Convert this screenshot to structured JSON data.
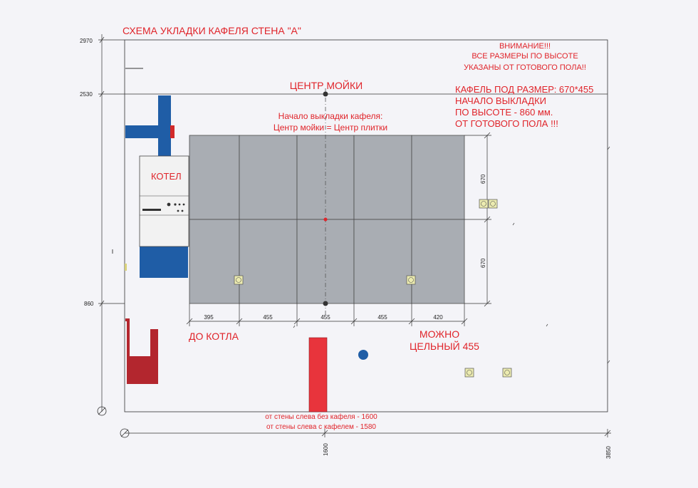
{
  "title": "СХЕМА УКЛАДКИ КАФЕЛЯ СТЕНА \"А\"",
  "warning": {
    "line1": "ВНИМАНИЕ!!!",
    "line2": "ВСЕ РАЗМЕРЫ ПО ВЫСОТЕ",
    "line3": "УКАЗАНЫ ОТ ГОТОВОГО ПОЛА!!"
  },
  "tile_info": {
    "line1": "КАФЕЛЬ ПОД РАЗМЕР: 670*455",
    "line2": "НАЧАЛО ВЫКЛАДКИ",
    "line3": "ПО ВЫСОТЕ - 860 мм.",
    "line4": "ОТ ГОТОВОГО ПОЛА !!!"
  },
  "sink_center_label": "ЦЕНТР МОЙКИ",
  "start_note": {
    "line1": "Начало выкладки кафеля:",
    "line2": "Центр мойки = Центр плитки"
  },
  "boiler_label": "КОТЕЛ",
  "to_boiler_label": "ДО КОТЛА",
  "solid_note": {
    "line1": "МОЖНО",
    "line2": "ЦЕЛЬНЫЙ 455"
  },
  "wall_notes": {
    "line1": "от стены слева без кафеля - 1600",
    "line2": "от стены слева с кафелем - 1580"
  },
  "height_marks": [
    "2970",
    "2530",
    "860"
  ],
  "bottom_marks": [
    "1600",
    "3850"
  ],
  "column_widths": [
    "395",
    "455",
    "455",
    "455",
    "420"
  ],
  "row_heights": [
    "670",
    "670"
  ],
  "colors": {
    "annotation": "#e0242a",
    "tile": "#a9adb3",
    "pipe_blue": "#1f5da6",
    "pipe_red": "#b3262e",
    "outlet": "#ecebb0"
  }
}
